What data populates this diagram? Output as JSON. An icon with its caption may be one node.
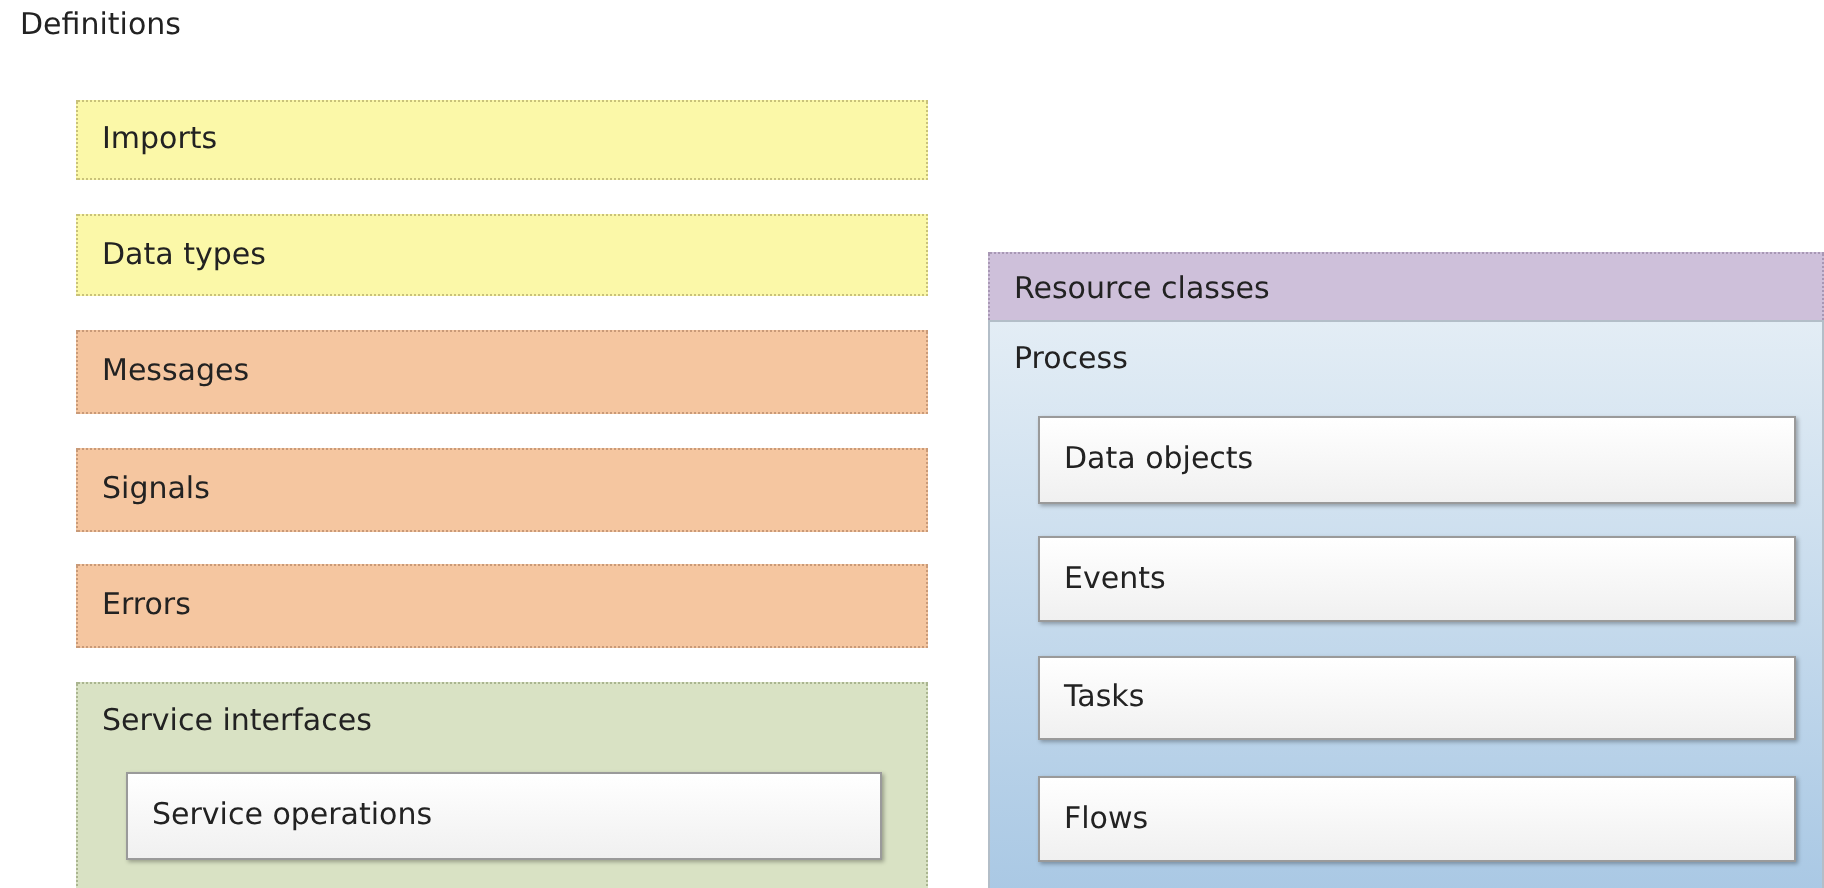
{
  "diagram": {
    "title": "Definitions",
    "nodes": [
      {
        "text": [
          "Imports"
        ]
      },
      {
        "text": [
          "Data types"
        ]
      },
      {
        "text": [
          "Messages"
        ]
      },
      {
        "text": [
          "Signals"
        ]
      },
      {
        "text": [
          "Errors"
        ]
      },
      {
        "text": [
          "Service interfaces"
        ]
      },
      {
        "text": [
          "Service operations"
        ],
        "in": 5
      },
      {
        "text": [
          "Resource classes"
        ]
      },
      {
        "text": [
          "Process"
        ]
      },
      {
        "text": [
          "Data objects"
        ],
        "in": 8
      },
      {
        "text": [
          "Events"
        ],
        "in": 8
      },
      {
        "text": [
          "Tasks"
        ],
        "in": 8
      },
      {
        "text": [
          "Flows"
        ],
        "in": 8
      }
    ]
  }
}
